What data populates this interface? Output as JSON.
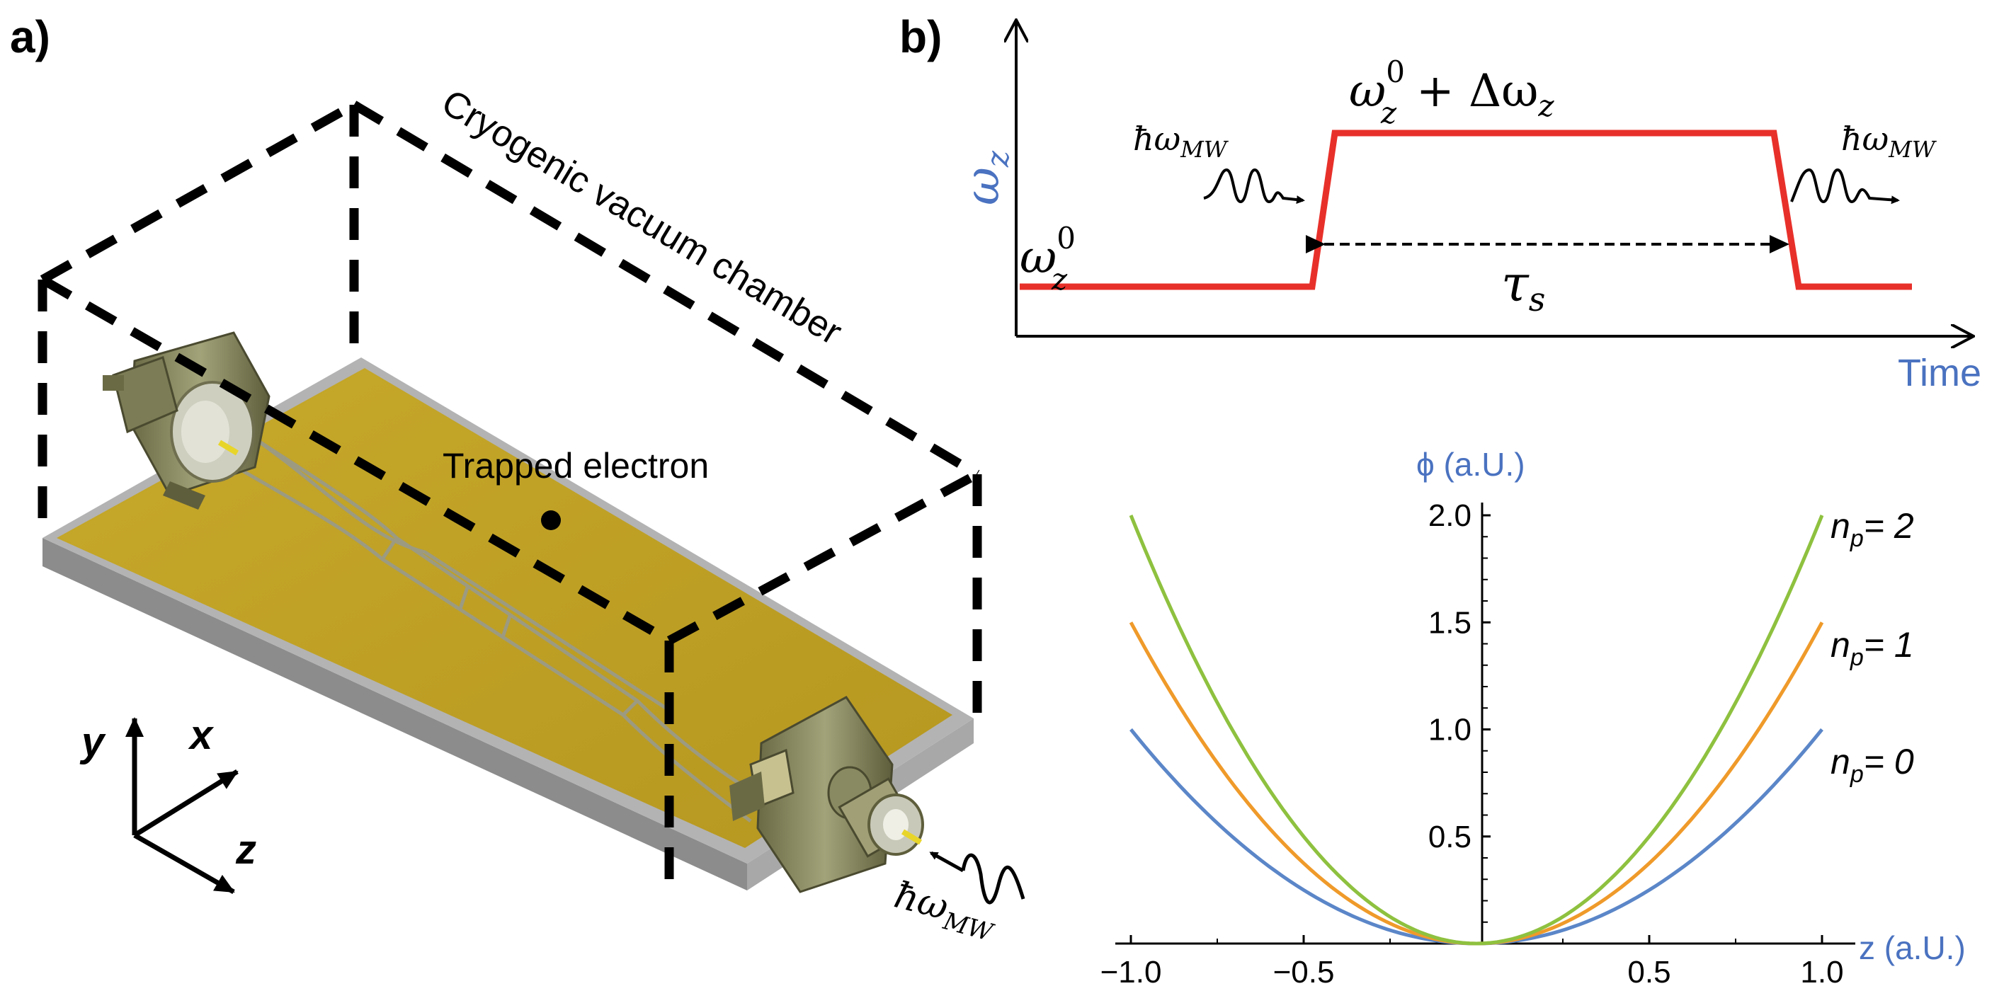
{
  "panel_a": {
    "label": "a)",
    "chamber_label": "Cryogenic vacuum chamber",
    "electron_label": "Trapped electron",
    "axes": {
      "x": "x",
      "y": "y",
      "z": "z"
    },
    "mw_label": "ħω",
    "mw_sub": "MW",
    "colors": {
      "substrate": "#c9aa22",
      "edge": "#8a8a8a",
      "connector": "#7a7a52",
      "pin": "#e8d52a"
    }
  },
  "panel_b": {
    "label": "b)",
    "top_plot": {
      "ylabel": "ω",
      "ylabel_sub": "z",
      "xlabel": "Time",
      "low_label": "ω",
      "low_sup": "0",
      "low_sub": "z",
      "high_label_w": "ω",
      "high_sup": "0",
      "high_sub": "z",
      "high_rest": "+ Δω",
      "high_rest_sub": "z",
      "tau_label": "τ",
      "tau_sub": "s",
      "mw_left": "ħω",
      "mw_left_sub": "MW",
      "mw_right": "ħω",
      "mw_right_sub": "MW",
      "colors": {
        "pulse": "#e8302a",
        "axis_label": "#4a72c0"
      }
    },
    "chart_data": {
      "type": "line",
      "xlabel": "z (a.U.)",
      "ylabel": "ϕ (a.U.)",
      "xlim": [
        -1.0,
        1.0
      ],
      "ylim": [
        0,
        2.0
      ],
      "x_ticks": [
        "−1.0",
        "−0.5",
        "0.5",
        "1.0"
      ],
      "y_ticks": [
        "0.5",
        "1.0",
        "1.5",
        "2.0"
      ],
      "series": [
        {
          "name": "n",
          "name_sub": "p",
          "name_rest": "= 0",
          "formula": "z^2",
          "color": "#5b86c8",
          "x": [
            -1.0,
            -0.5,
            0,
            0.5,
            1.0
          ],
          "values": [
            1.0,
            0.25,
            0,
            0.25,
            1.0
          ]
        },
        {
          "name": "n",
          "name_sub": "p",
          "name_rest": "= 1",
          "formula": "1.5 z^2",
          "color": "#ef9a2a",
          "x": [
            -1.0,
            -0.5,
            0,
            0.5,
            1.0
          ],
          "values": [
            1.5,
            0.375,
            0,
            0.375,
            1.5
          ]
        },
        {
          "name": "n",
          "name_sub": "p",
          "name_rest": "= 2",
          "formula": "2 z^2",
          "color": "#8ec13f",
          "x": [
            -1.0,
            -0.5,
            0,
            0.5,
            1.0
          ],
          "values": [
            2.0,
            0.5,
            0,
            0.5,
            2.0
          ]
        }
      ]
    }
  }
}
